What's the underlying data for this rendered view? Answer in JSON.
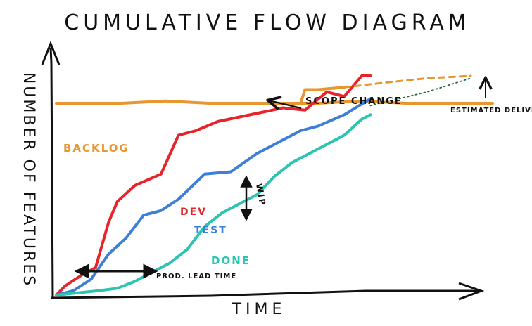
{
  "chart_data": {
    "type": "area",
    "title": "CUMULATIVE FLOW DIAGRAM",
    "xlabel": "TIME",
    "ylabel": "NUMBER OF FEATURES",
    "grid": false,
    "legend": "none",
    "xlim": [
      0,
      100
    ],
    "ylim": [
      0,
      100
    ],
    "series": [
      {
        "name": "BACKLOG",
        "color": "#e8962f",
        "style": "solid",
        "x": [
          0,
          5,
          15,
          25,
          35,
          45,
          50,
          55,
          60,
          70,
          80,
          90,
          100
        ],
        "y": [
          84,
          84,
          84,
          85,
          84,
          84,
          84,
          84,
          84,
          85,
          84,
          84,
          84
        ]
      },
      {
        "name": "BACKLOG",
        "color": "#e8962f",
        "style": "solid",
        "x": [
          56,
          57,
          60,
          66
        ],
        "y": [
          84,
          90,
          90,
          91
        ]
      },
      {
        "name": "DEV",
        "color": "#e8242a",
        "style": "solid",
        "x": [
          0,
          2,
          6,
          9,
          12,
          14,
          18,
          24,
          28,
          32,
          37,
          42,
          47,
          52,
          57,
          62,
          66,
          70,
          72
        ],
        "y": [
          0,
          4,
          9,
          12,
          32,
          41,
          48,
          53,
          70,
          72,
          76,
          78,
          80,
          82,
          81,
          89,
          87,
          96,
          96
        ]
      },
      {
        "name": "TEST",
        "color": "#3d7fd6",
        "style": "solid",
        "x": [
          0,
          4,
          8,
          12,
          16,
          20,
          24,
          28,
          34,
          40,
          46,
          52,
          56,
          60,
          66,
          72
        ],
        "y": [
          0,
          2,
          7,
          18,
          25,
          35,
          37,
          42,
          53,
          54,
          62,
          68,
          72,
          74,
          79,
          86
        ]
      },
      {
        "name": "DONE",
        "color": "#2bc4b0",
        "style": "solid",
        "x": [
          0,
          5,
          10,
          14,
          18,
          22,
          26,
          30,
          34,
          38,
          42,
          46,
          50,
          54,
          58,
          62,
          66,
          70,
          72
        ],
        "y": [
          0,
          1,
          2,
          3,
          6,
          10,
          14,
          20,
          30,
          36,
          40,
          44,
          52,
          58,
          62,
          66,
          70,
          77,
          79
        ]
      },
      {
        "name": "",
        "color": "#e8962f",
        "style": "dotted",
        "x": [
          66,
          75,
          85,
          95
        ],
        "y": [
          91,
          93,
          95,
          96
        ]
      },
      {
        "name": "",
        "color": "#1f6b3a",
        "style": "dotted",
        "x": [
          72,
          85,
          95
        ],
        "y": [
          83,
          89,
          95
        ]
      }
    ],
    "annotations": [
      {
        "label": "BACKLOG",
        "color": "#e8962f"
      },
      {
        "label": "DEV",
        "color": "#e8242a"
      },
      {
        "label": "TEST",
        "color": "#3d7fd6"
      },
      {
        "label": "DONE",
        "color": "#2bc4b0"
      },
      {
        "label": "WIP",
        "color": "#111111"
      },
      {
        "label": "SCOPE CHANGE",
        "color": "#111111"
      },
      {
        "label": "ESTIMATED DELIVERY DATE",
        "color": "#111111"
      },
      {
        "label": "PROD. LEAD TIME",
        "color": "#111111"
      }
    ]
  }
}
